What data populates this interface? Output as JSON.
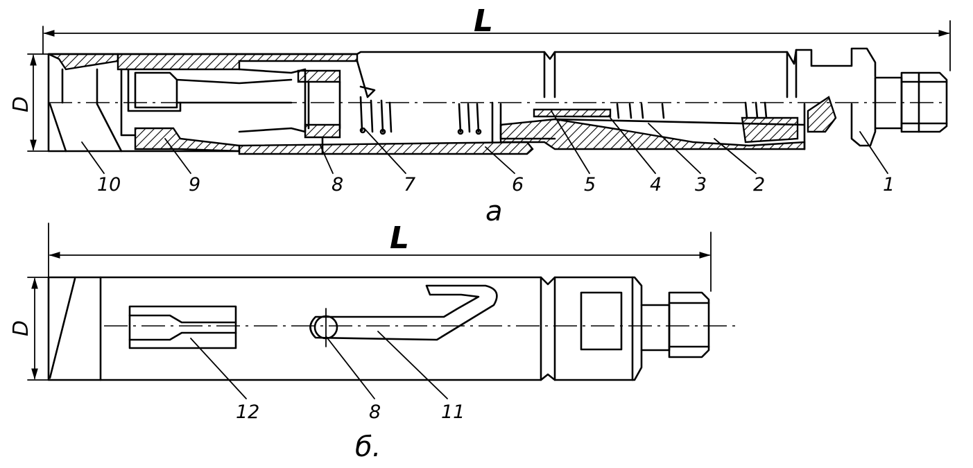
{
  "drawing": {
    "view_a": {
      "caption": "а",
      "length_symbol": "L",
      "diameter_symbol": "D",
      "part_numbers": [
        "10",
        "9",
        "8",
        "7",
        "6",
        "5",
        "4",
        "3",
        "2",
        "1"
      ]
    },
    "view_b": {
      "caption": "б.",
      "length_symbol": "L",
      "diameter_symbol": "D",
      "part_numbers": [
        "12",
        "8",
        "11"
      ]
    }
  }
}
